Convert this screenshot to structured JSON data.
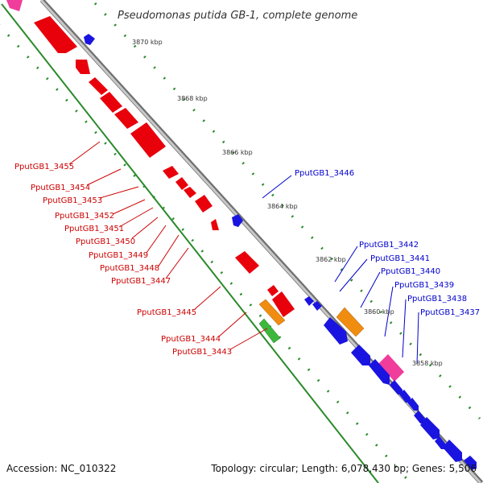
{
  "title": "Pseudomonas putida GB-1, complete genome",
  "accession_label": "Accession: NC_010322",
  "summary_label": "Topology: circular; Length: 6,078,430 bp; Genes: 5,506",
  "kbp_ticks": [
    {
      "label": "3870 kbp"
    },
    {
      "label": "3868 kbp"
    },
    {
      "label": "3866 kbp"
    },
    {
      "label": "3864 kbp"
    },
    {
      "label": "3862 kbp"
    },
    {
      "label": "3860 kbp"
    },
    {
      "label": "3858 kbp"
    }
  ],
  "left_gene_labels": [
    {
      "label": "PputGB1_3455"
    },
    {
      "label": "PputGB1_3454"
    },
    {
      "label": "PputGB1_3453"
    },
    {
      "label": "PputGB1_3452"
    },
    {
      "label": "PputGB1_3451"
    },
    {
      "label": "PputGB1_3450"
    },
    {
      "label": "PputGB1_3449"
    },
    {
      "label": "PputGB1_3448"
    },
    {
      "label": "PputGB1_3447"
    },
    {
      "label": "PputGB1_3445"
    },
    {
      "label": "PputGB1_3444"
    },
    {
      "label": "PputGB1_3443"
    }
  ],
  "right_gene_labels": [
    {
      "label": "PputGB1_3446"
    },
    {
      "label": "PputGB1_3442"
    },
    {
      "label": "PputGB1_3441"
    },
    {
      "label": "PputGB1_3440"
    },
    {
      "label": "PputGB1_3439"
    },
    {
      "label": "PputGB1_3438"
    },
    {
      "label": "PputGB1_3437"
    }
  ],
  "colors": {
    "reverse_strand": "#e8000b",
    "forward_strand": "#1a14e0",
    "orange_feature": "#f08c10",
    "pink_feature": "#f03c9a",
    "green_feature": "#3cb83c",
    "backbone": "#8c8c8c",
    "tick_dots": "#2a8a2a",
    "left_label_text": "#cc0000",
    "right_label_text": "#0000cc"
  }
}
